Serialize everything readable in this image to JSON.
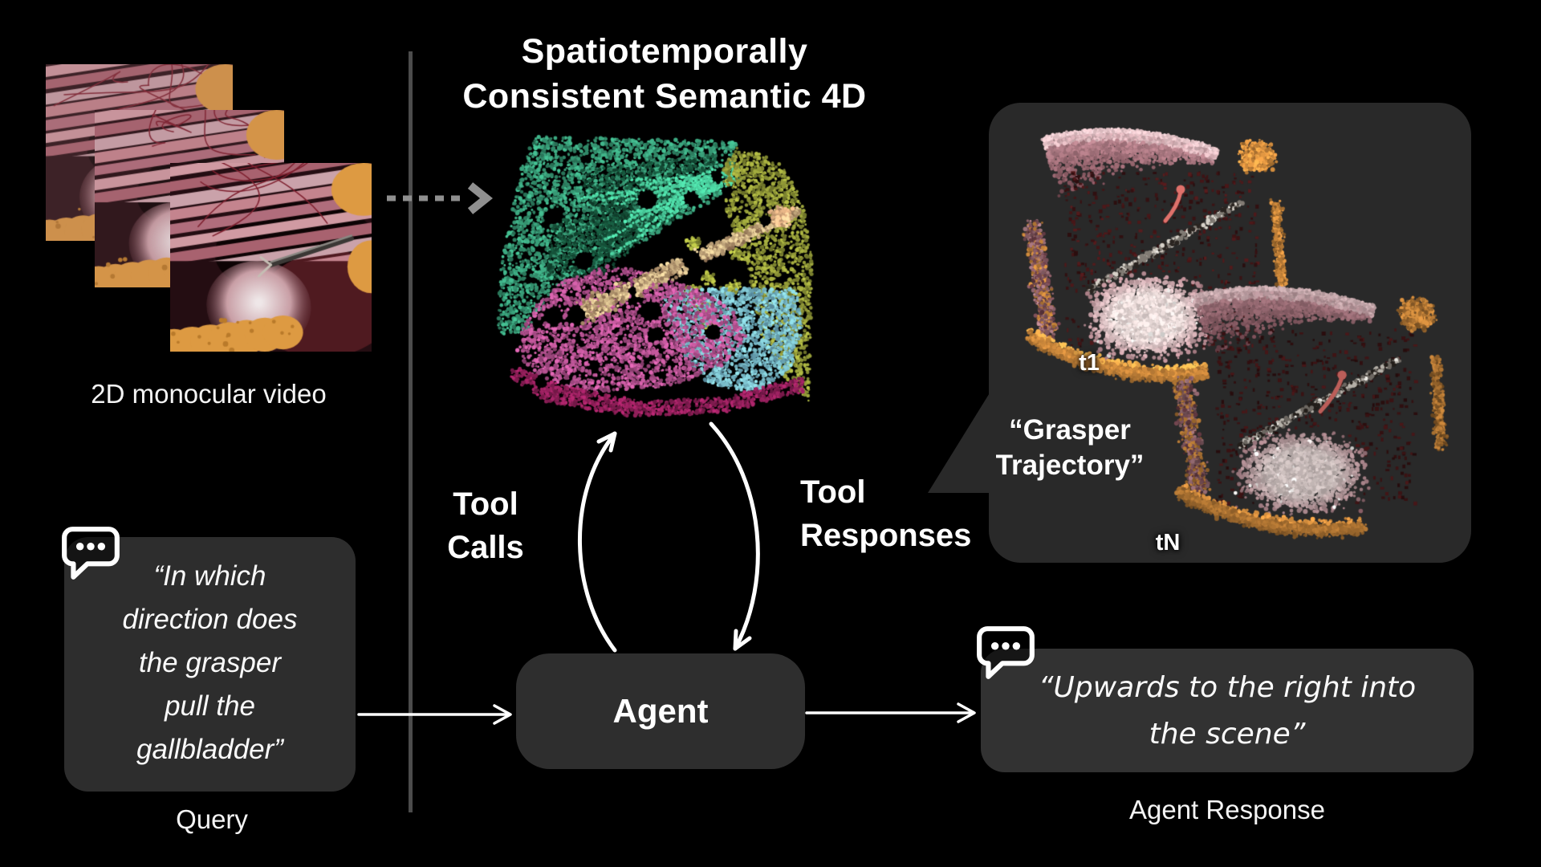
{
  "title": {
    "text": "Spatiotemporally\nConsistent Semantic 4D"
  },
  "input": {
    "caption": "2D monocular video"
  },
  "query": {
    "text": "“In which\ndirection does\nthe grasper\npull the\ngallbladder”",
    "caption": "Query",
    "icon": "chat-dots-icon"
  },
  "agent": {
    "label": "Agent"
  },
  "loop": {
    "calls": "Tool\nCalls",
    "responses": "Tool\nResponses"
  },
  "tool_view": {
    "quote": "“Grasper\nTrajectory”",
    "t_start": "t1",
    "t_end": "tN"
  },
  "response": {
    "text": "“Upwards to the right into\nthe scene”",
    "caption": "Agent Response",
    "icon": "chat-dots-icon"
  },
  "colors": {
    "background": "#000000",
    "divider": "#4c4c4c",
    "panel": "#292929",
    "query_box": "#2d2d2d",
    "agent_box": "#2e2e2e",
    "response_box": "#323232",
    "text": "#ffffff",
    "arrow_white": "#ffffff",
    "arrow_gray": "#8f8f8f",
    "semantic_segments": {
      "peritoneum_green": "#3aa17b",
      "green_shadow": "#16523a",
      "olive": "#99a13b",
      "grasper_tan": "#e2b184",
      "gallbladder_magenta": "#bb5596",
      "rim_magenta": "#99215f",
      "liver_blue": "#7cc3de"
    },
    "real_cloud": {
      "tissue_pink": "#bd8a93",
      "tissue_light": "#e3c2c6",
      "tissue_dark": "#6b3c46",
      "fat_orange": "#d99140",
      "mound_white": "#e9dad8",
      "mound_pink": "#c3989f",
      "scatter_maroon": "#3c1314",
      "trajectory_red": "#e0716b",
      "tool_light": "#d8d2c9",
      "tool_dark": "#2a2420"
    },
    "frame": {
      "tissue_band": "#c4848e",
      "liver": "#4f1a20",
      "fat": "#dd9a42",
      "gallbladder": "#efe7e8",
      "cavity": "#0d0304",
      "tool": "#8a8782"
    }
  }
}
